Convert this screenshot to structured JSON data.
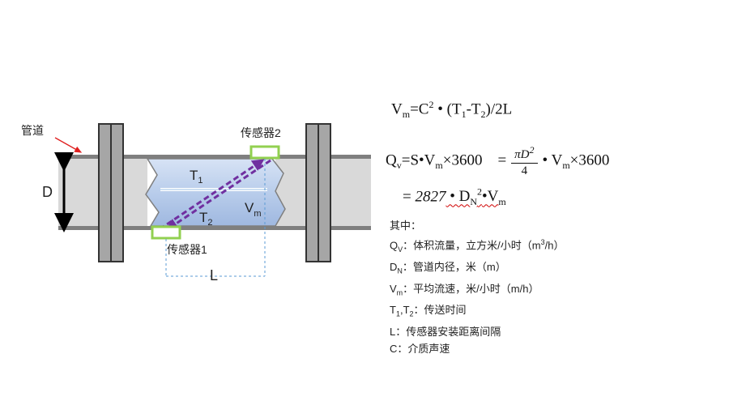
{
  "diagram": {
    "pipe_label": "管道",
    "diameter_label": "D",
    "sensor1_label": "传感器1",
    "sensor2_label": "传感器2",
    "t1_label": "T",
    "t1_sub": "1",
    "t2_label": "T",
    "t2_sub": "2",
    "velocity_label": "V",
    "velocity_sub": "m",
    "length_label": "L",
    "colors": {
      "pipe": "#d9d9d9",
      "pipe_edge": "#7f7f7f",
      "flange": "#a6a6a6",
      "sensor": "#92d050",
      "signal_path": "#7030a0",
      "fluid": "#b9cdeb",
      "arrow": "#e02020"
    }
  },
  "formulas": {
    "f1": {
      "a": "V",
      "a_sub": "m",
      "b": "=C",
      "b_sup": "2",
      "c": " • (T",
      "c_sub": "1",
      "d": "-T",
      "d_sub": "2",
      "e": ")/2L"
    },
    "f2": {
      "a": "Q",
      "a_sub": "v",
      "b": "=S•V",
      "b_sub": "m",
      "c": "×3600",
      "eq": "=",
      "num": "πD",
      "num_sup": "2",
      "den": "4",
      "d": "• V",
      "d_sub": "m",
      "e": "×3600"
    },
    "f3": {
      "a": "= ",
      "b": "2827",
      "c": " • D",
      "c_sub": "N",
      "c_sup": "2",
      "d": "•V",
      "d_sub": "m"
    }
  },
  "notes": {
    "header": "其中：",
    "qv_sym": "Q",
    "qv_sub": "V",
    "qv_text": "：体积流量，立方米/小时（m",
    "qv_sup": "3",
    "qv_end": "/h）",
    "dn_sym": "D",
    "dn_sub": "N",
    "dn_text": "：管道内径，米（m）",
    "vm_sym": "V",
    "vm_sub": "m",
    "vm_text": "：平均流速，米/小时（m/h）",
    "t_a": "T",
    "t_a_sub": "1",
    "t_b": ",T",
    "t_b_sub": "2",
    "t_text": "：传送时间",
    "l_line": "L：传感器安装距离间隔",
    "c_line": "C：介质声速"
  }
}
